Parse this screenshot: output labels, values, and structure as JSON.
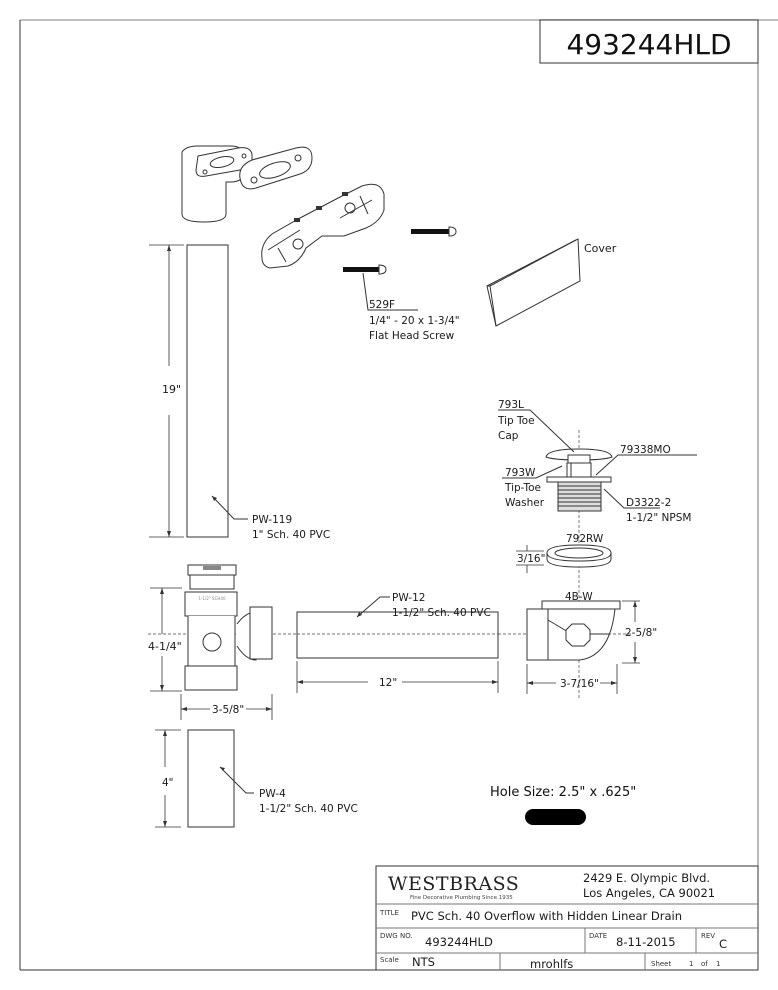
{
  "drawing_number_header": "493244HLD",
  "parts": {
    "screw": {
      "part": "529F",
      "spec": "1/4\" - 20 x 1-3/4\"",
      "desc": "Flat Head Screw"
    },
    "cover": {
      "label": "Cover"
    },
    "pw119": {
      "part": "PW-119",
      "desc": "1\" Sch. 40 PVC",
      "length": "19\""
    },
    "cap": {
      "part": "793L",
      "line1": "Tip Toe",
      "line2": "Cap"
    },
    "mo": {
      "part": "79338MO"
    },
    "washer": {
      "part": "793W",
      "line1": "Tip-Toe",
      "line2": "Washer"
    },
    "body": {
      "part": "D3322-2",
      "desc": "1-1/2\" NPSM"
    },
    "rubber_washer": {
      "part": "792RW",
      "thickness": "3/16\""
    },
    "pw12": {
      "part": "PW-12",
      "desc": "1-1/2\" Sch. 40 PVC",
      "length": "12\""
    },
    "tee": {
      "height": "4-1/4\"",
      "width": "3-5/8\""
    },
    "elbow": {
      "part": "4B-W",
      "height": "2-5/8\"",
      "width": "3-7/16\""
    },
    "pw4": {
      "part": "PW-4",
      "desc": "1-1/2\" Sch. 40 PVC",
      "length": "4\""
    }
  },
  "hole_size": "Hole Size: 2.5\" x .625\"",
  "title_block": {
    "brand": "WESTBRASS",
    "tagline": "Fine Decorative Plumbing Since 1935",
    "address_line1": "2429 E. Olympic Blvd.",
    "address_line2": "Los Angeles, CA 90021",
    "title_label": "TITLE",
    "title": "PVC Sch. 40 Overflow with Hidden Linear Drain",
    "dwg_no_label": "DWG NO.",
    "dwg_no": "493244HLD",
    "date_label": "DATE",
    "date": "8-11-2015",
    "rev_label": "REV",
    "rev": "C",
    "scale_label": "Scale",
    "scale": "NTS",
    "drawn_by": "mrohlfs",
    "sheet_label": "Sheet",
    "sheet": "1",
    "of_label": "of",
    "sheet_total": "1"
  }
}
